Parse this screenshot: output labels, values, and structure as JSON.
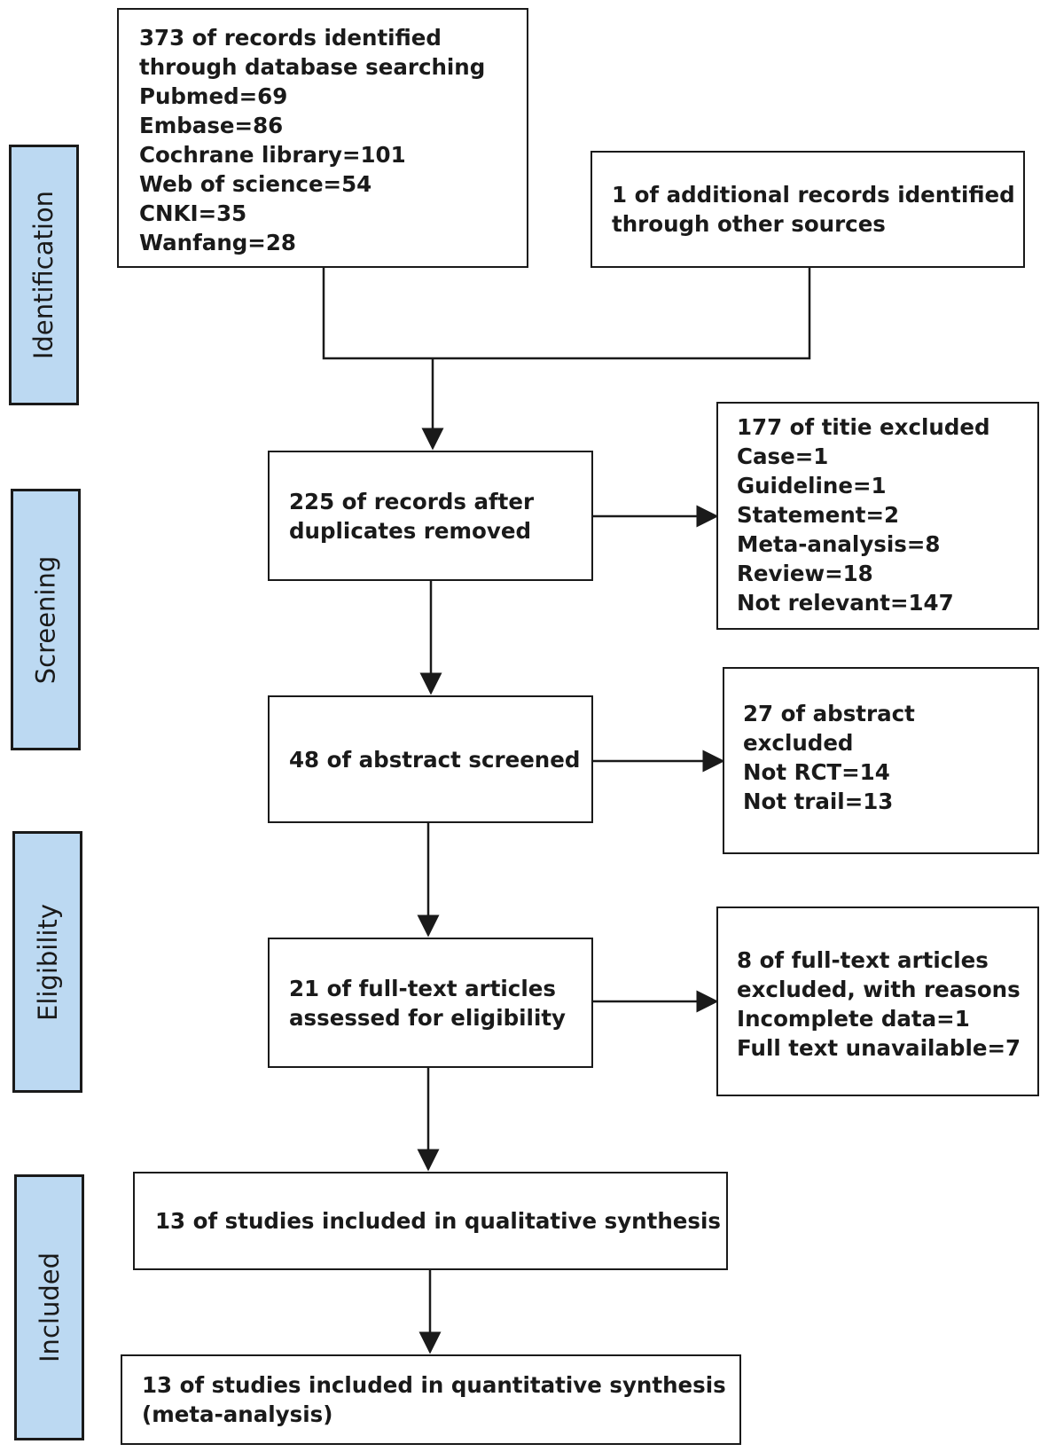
{
  "stages": {
    "identification": "Identification",
    "screening": "Screening",
    "eligibility": "Eligibility",
    "included": "Included"
  },
  "boxes": {
    "database_search": [
      "373 of records identified",
      "through database searching",
      "Pubmed=69",
      "Embase=86",
      "Cochrane library=101",
      "Web of science=54",
      "CNKI=35",
      "Wanfang=28"
    ],
    "other_sources": [
      "1 of additional records identified",
      "through other sources"
    ],
    "after_duplicates": [
      "225 of records after",
      "duplicates removed"
    ],
    "title_excluded": [
      "177 of titie excluded",
      "Case=1",
      "Guideline=1",
      "Statement=2",
      "Meta-analysis=8",
      "Review=18",
      "Not relevant=147"
    ],
    "abstract_screened": [
      "48 of abstract screened"
    ],
    "abstract_excluded": [
      "27 of abstract",
      "excluded",
      "Not RCT=14",
      "Not trail=13"
    ],
    "full_text_assessed": [
      "21 of full-text articles",
      "assessed for eligibility"
    ],
    "full_text_excluded": [
      "8 of full-text articles",
      "excluded, with reasons",
      "Incomplete data=1",
      "Full text unavailable=7"
    ],
    "qualitative": [
      "13 of studies included in qualitative synthesis"
    ],
    "quantitative": [
      "13 of studies included in quantitative synthesis",
      "(meta-analysis)"
    ]
  },
  "colors": {
    "stage_fill": "#bcd9f2",
    "line": "#1a1a1a"
  }
}
